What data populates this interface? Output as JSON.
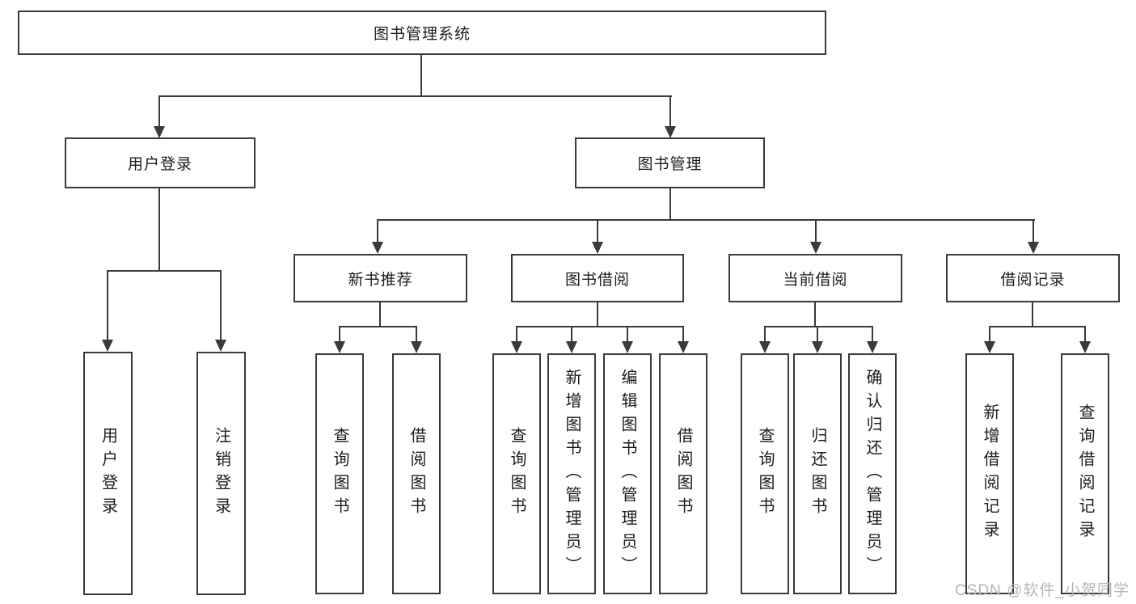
{
  "tree": {
    "root": {
      "label": "图书管理系统"
    },
    "branches": [
      {
        "label": "用户登录",
        "children": [
          "用户登录",
          "注销登录"
        ]
      },
      {
        "label": "图书管理",
        "children": [
          {
            "label": "新书推荐",
            "children": [
              "查询图书",
              "借阅图书"
            ]
          },
          {
            "label": "图书借阅",
            "children": [
              "查询图书",
              "新增图书（管理员）",
              "编辑图书（管理员）",
              "借阅图书"
            ]
          },
          {
            "label": "当前借阅",
            "children": [
              "查询图书",
              "归还图书",
              "确认归还（管理员）"
            ]
          },
          {
            "label": "借阅记录",
            "children": [
              "新增借阅记录",
              "查询借阅记录"
            ]
          }
        ]
      }
    ]
  },
  "watermark": "CSDN @软件_小贺同学",
  "colors": {
    "line": "#3a3a3a",
    "text": "#1c1c1c",
    "watermark": "#b5b5b5",
    "background": "#ffffff"
  }
}
